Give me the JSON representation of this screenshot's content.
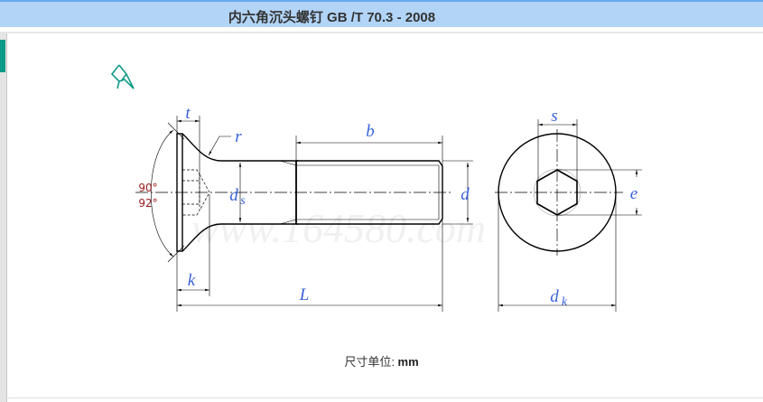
{
  "header": {
    "title": "内六角沉头螺钉 GB /T 70.3 - 2008"
  },
  "drawing": {
    "labels": {
      "t": "t",
      "r": "r",
      "b": "b",
      "ds_main": "d",
      "ds_sub": "s",
      "d": "d",
      "L": "L",
      "k": "k",
      "s": "s",
      "e": "e",
      "dk_main": "d",
      "dk_sub": "k",
      "angle1": "90°",
      "angle2": "92°"
    },
    "watermark": "www.164580.com",
    "colors": {
      "label": "#3a62d8",
      "angle": "#9b1b1b",
      "line": "#000000",
      "pin": "#0e9a88"
    }
  },
  "caption": {
    "label": "尺寸单位: ",
    "unit": "mm"
  },
  "icons": {
    "pin": "pushpin-icon"
  }
}
